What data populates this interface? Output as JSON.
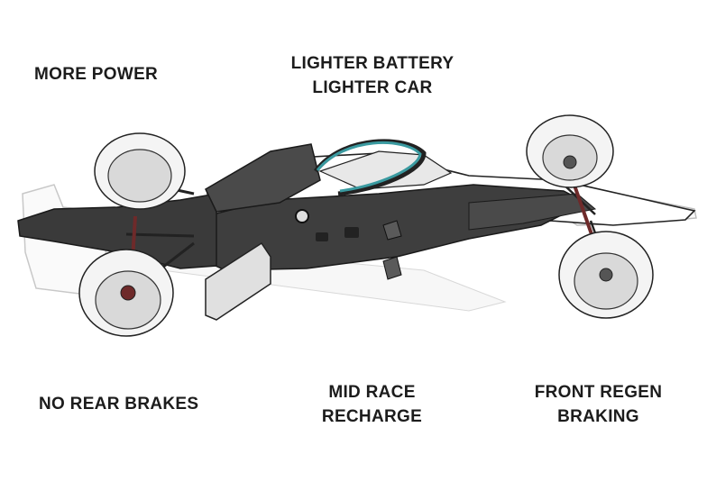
{
  "labels": {
    "more_power": "MORE POWER",
    "lighter_battery": "LIGHTER BATTERY",
    "lighter_car": "LIGHTER CAR",
    "no_rear_brakes": "NO REAR BRAKES",
    "mid_race": "MID RACE",
    "recharge": "RECHARGE",
    "front_regen": "FRONT REGEN",
    "braking": "BRAKING"
  },
  "colors": {
    "body_white": "#ffffff",
    "body_dark": "#3c3c3c",
    "outline": "#222222",
    "halo_accent": "#3a9aa0",
    "pushrod": "#6e2a2a",
    "tyre_fill": "#f4f4f4",
    "rim_fill": "#d9d9d9"
  }
}
